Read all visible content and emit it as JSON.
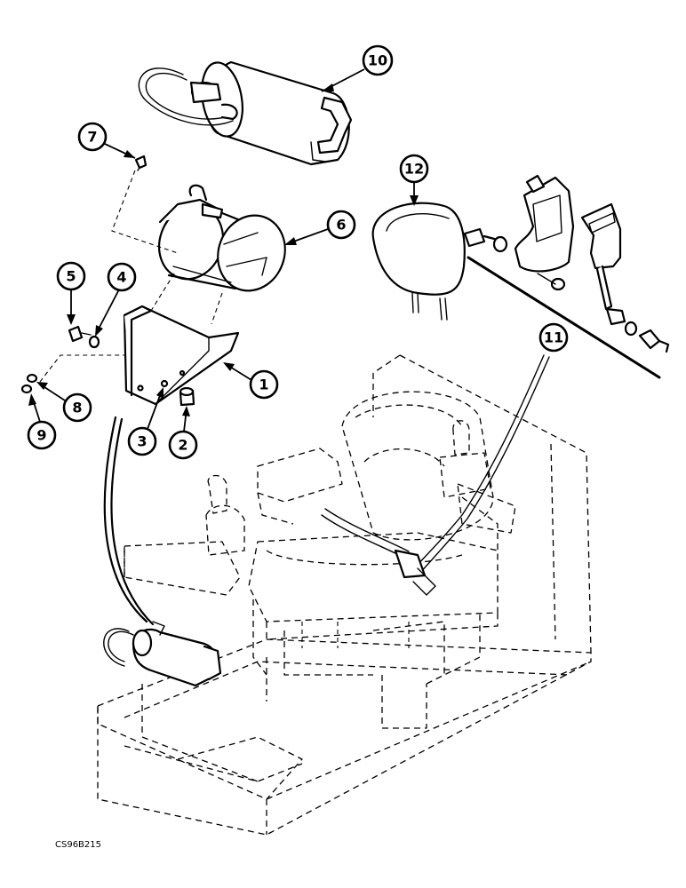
{
  "drawing_code": "CS96B215",
  "callouts": [
    {
      "label": "1"
    },
    {
      "label": "2"
    },
    {
      "label": "3"
    },
    {
      "label": "4"
    },
    {
      "label": "5"
    },
    {
      "label": "6"
    },
    {
      "label": "7"
    },
    {
      "label": "8"
    },
    {
      "label": "9"
    },
    {
      "label": "10"
    },
    {
      "label": "11"
    },
    {
      "label": "12"
    }
  ]
}
